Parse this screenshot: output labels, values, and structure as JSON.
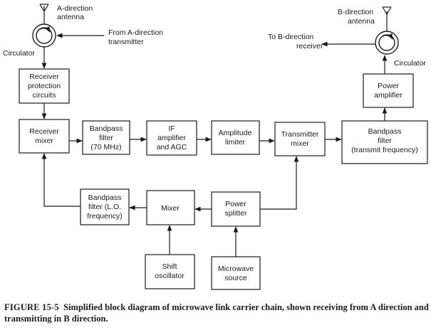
{
  "figure": {
    "number": "FIGURE 15-5",
    "caption": "Simplified block diagram of microwave link carrier chain, shown receiving from A direction and transmitting in B direction."
  },
  "labels": {
    "a_antenna": [
      "A-direction",
      "antenna"
    ],
    "a_transmitter": [
      "From A-direction",
      "transmitter"
    ],
    "circulator_left": "Circulator",
    "b_antenna": [
      "B-direction",
      "antenna"
    ],
    "b_receiver": [
      "To B-direction",
      "receiver"
    ],
    "circulator_right": "Circulator"
  },
  "blocks": {
    "receiver_protection": [
      "Receiver",
      "protection",
      "circuits"
    ],
    "receiver_mixer": [
      "Receiver",
      "mixer"
    ],
    "bandpass_70": [
      "Bandpass",
      "filter",
      "(70 MHz)"
    ],
    "if_amplifier": [
      "IF",
      "amplifier",
      "and AGC"
    ],
    "amplitude_limiter": [
      "Amplitude",
      "limiter"
    ],
    "transmitter_mixer": [
      "Transmitter",
      "mixer"
    ],
    "bandpass_tx": [
      "Bandpass",
      "filter",
      "(transmit frequency)"
    ],
    "power_amplifier": [
      "Power",
      "amplifier"
    ],
    "bandpass_lo": [
      "Bandpass",
      "filter (L.O.",
      "frequency)"
    ],
    "mixer": [
      "Mixer"
    ],
    "power_splitter": [
      "Power",
      "splitter"
    ],
    "shift_oscillator": [
      "Shift",
      "oscillator"
    ],
    "microwave_source": [
      "Microwave",
      "source"
    ]
  }
}
